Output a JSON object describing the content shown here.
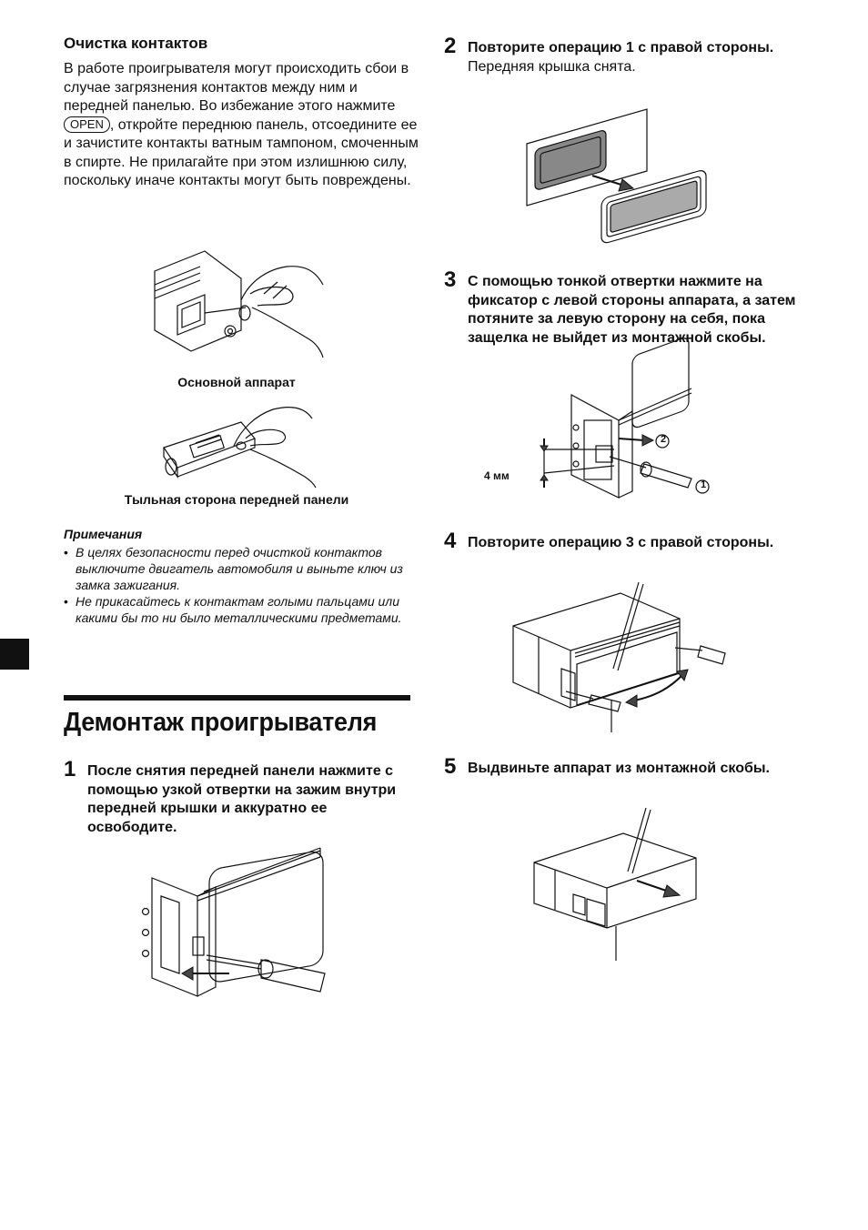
{
  "cleaning": {
    "title": "Очистка контактов",
    "p1": "В работе проигрывателя могут происходить сбои в случае загрязнения контактов между ним и передней панелью. Во избежание этого нажмите",
    "open_label": "OPEN",
    "p2": ", откройте переднюю панель, отсоедините ее и зачистите контакты ватным тампоном, смоченным в спирте. Не прилагайте при этом излишнюю силу, поскольку иначе контакты могут быть повреждены.",
    "caption_main": "Основной аппарат",
    "caption_back": "Тыльная сторона передней панели"
  },
  "notes": {
    "title": "Примечания",
    "items": [
      "В целях безопасности перед очисткой контактов выключите двигатель автомобиля и выньте ключ из замка зажигания.",
      "Не прикасайтесь к контактам голыми пальцами или какими бы то ни было металлическими предметами."
    ]
  },
  "removal": {
    "title": "Демонтаж проигрывателя",
    "steps": [
      {
        "num": "1",
        "text": "После снятия передней панели нажмите с помощью узкой отвертки на зажим внутри передней крышки и аккуратно ее освободите."
      },
      {
        "num": "2",
        "text": "Повторите операцию 1 с правой стороны.",
        "sub": "Передняя крышка снята."
      },
      {
        "num": "3",
        "text": "С помощью тонкой отвертки нажмите на фиксатор с левой стороны аппарата, а затем потяните за левую сторону на себя, пока защелка не выйдет из монтажной скобы."
      },
      {
        "num": "4",
        "text": "Повторите операцию 3 с правой стороны."
      },
      {
        "num": "5",
        "text": "Выдвиньте аппарат из монтажной скобы."
      }
    ],
    "dim_label": "4 мм",
    "callout_1": "1",
    "callout_2": "2"
  }
}
